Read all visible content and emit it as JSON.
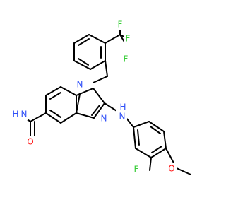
{
  "molecule": {
    "atoms": {
      "f1": "F",
      "f2": "F",
      "f3": "F",
      "n1": "N",
      "n3": "N",
      "nh": "N",
      "h_nh": "H",
      "h2n": "H",
      "h2n_n": "N",
      "o_amide": "O",
      "f_ring": "F",
      "o_methoxy": "O"
    }
  },
  "colors": {
    "bond": "#000000",
    "fluorine": "#33cc33",
    "nitrogen": "#3050f8",
    "oxygen": "#ff0d0d"
  }
}
